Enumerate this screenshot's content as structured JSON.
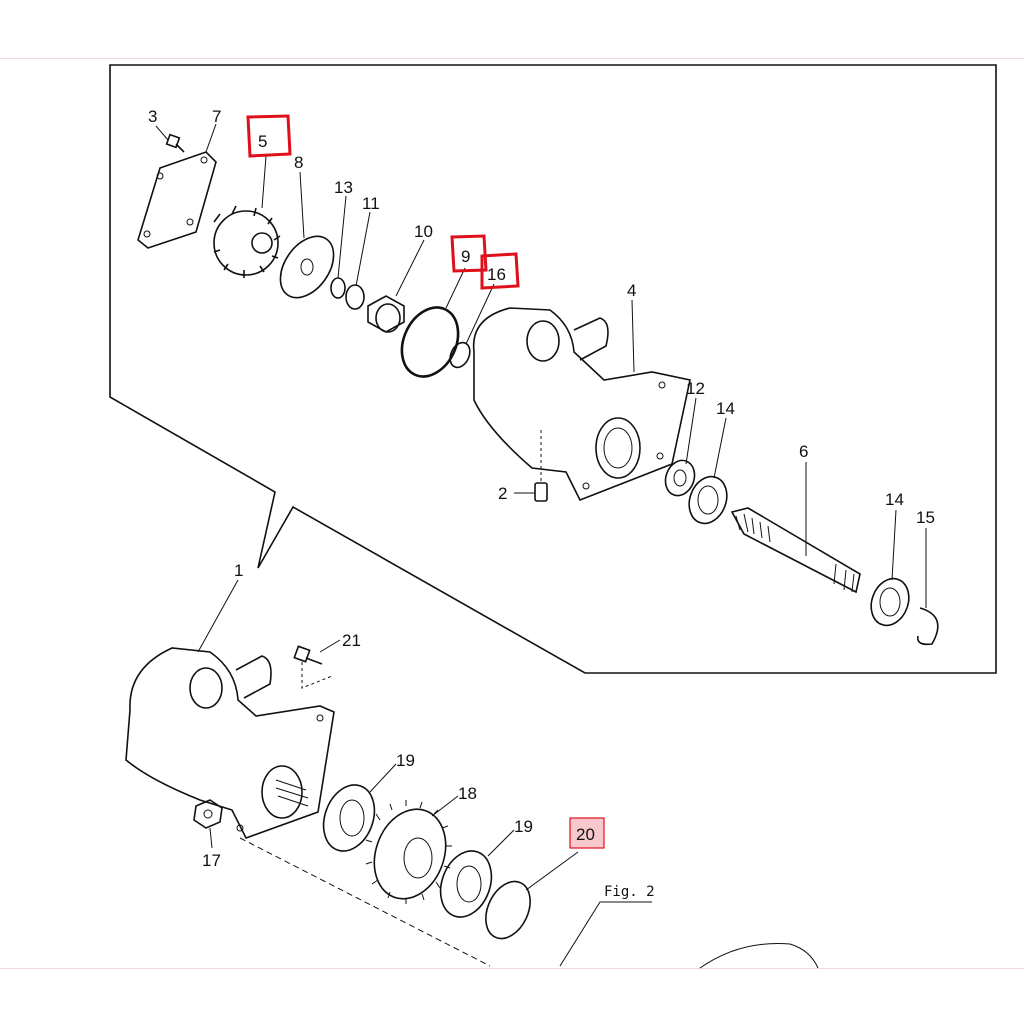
{
  "callouts": {
    "p1": "1",
    "p2": "2",
    "p3": "3",
    "p4": "4",
    "p5": "5",
    "p6": "6",
    "p7": "7",
    "p8": "8",
    "p9": "9",
    "p10": "10",
    "p11": "11",
    "p12": "12",
    "p13": "13",
    "p14a": "14",
    "p14b": "14",
    "p15": "15",
    "p16": "16",
    "p17": "17",
    "p18": "18",
    "p19a": "19",
    "p19b": "19",
    "p20": "20",
    "p21": "21"
  },
  "figure_ref": "Fig. 2",
  "highlighted_parts": [
    "5",
    "9",
    "16",
    "20"
  ],
  "colors": {
    "highlight": "#e0101a",
    "highlight_fill": "#f7c9cc",
    "ink": "#111111"
  }
}
